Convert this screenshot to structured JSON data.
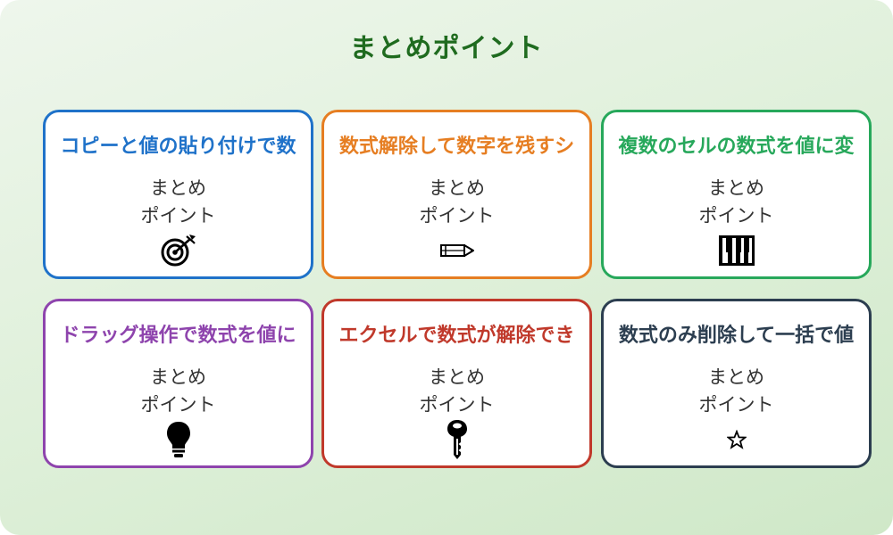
{
  "title": "まとめポイント",
  "cards": [
    {
      "title": "コピーと値の貼り付けで数",
      "line1": "まとめ",
      "line2": "ポイント",
      "icon": "target-icon",
      "color": "#1f72c9"
    },
    {
      "title": "数式解除して数字を残すシ",
      "line1": "まとめ",
      "line2": "ポイント",
      "icon": "pencil-icon",
      "color": "#e67e22"
    },
    {
      "title": "複数のセルの数式を値に変",
      "line1": "まとめ",
      "line2": "ポイント",
      "icon": "keyboard-icon",
      "color": "#27a85b"
    },
    {
      "title": "ドラッグ操作で数式を値に",
      "line1": "まとめ",
      "line2": "ポイント",
      "icon": "lightbulb-icon",
      "color": "#8e44ad"
    },
    {
      "title": "エクセルで数式が解除でき",
      "line1": "まとめ",
      "line2": "ポイント",
      "icon": "key-icon",
      "color": "#c0392b"
    },
    {
      "title": "数式のみ削除して一括で値",
      "line1": "まとめ",
      "line2": "ポイント",
      "icon": "star-icon",
      "color": "#2c3e50"
    }
  ]
}
